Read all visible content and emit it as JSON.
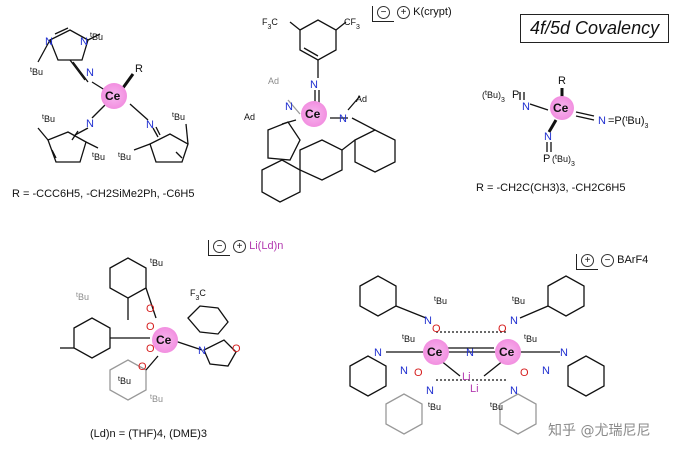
{
  "title": "4f/5d Covalency",
  "captions": {
    "top_left_r": "R = -CCC6H5, -CH2SiMe2Ph, -C6H5",
    "top_right_r": "R = -CH2C(CH3)3, -CH2C6H5",
    "bottom_left_l": "(Ld)n = (THF)4, (DME)3"
  },
  "counterions": {
    "top_middle": "K(crypt)",
    "bottom_left": "Li(Ld)n",
    "bottom_right": "BArF4"
  },
  "watermark": "知乎 @尤瑞尼尼",
  "colors": {
    "cerium_glow": "#f4a6e8",
    "nitrogen": "#1f2fd0",
    "oxygen": "#d61f1f",
    "phosphorus": "#e0b000",
    "lithium": "#b33bb0"
  }
}
